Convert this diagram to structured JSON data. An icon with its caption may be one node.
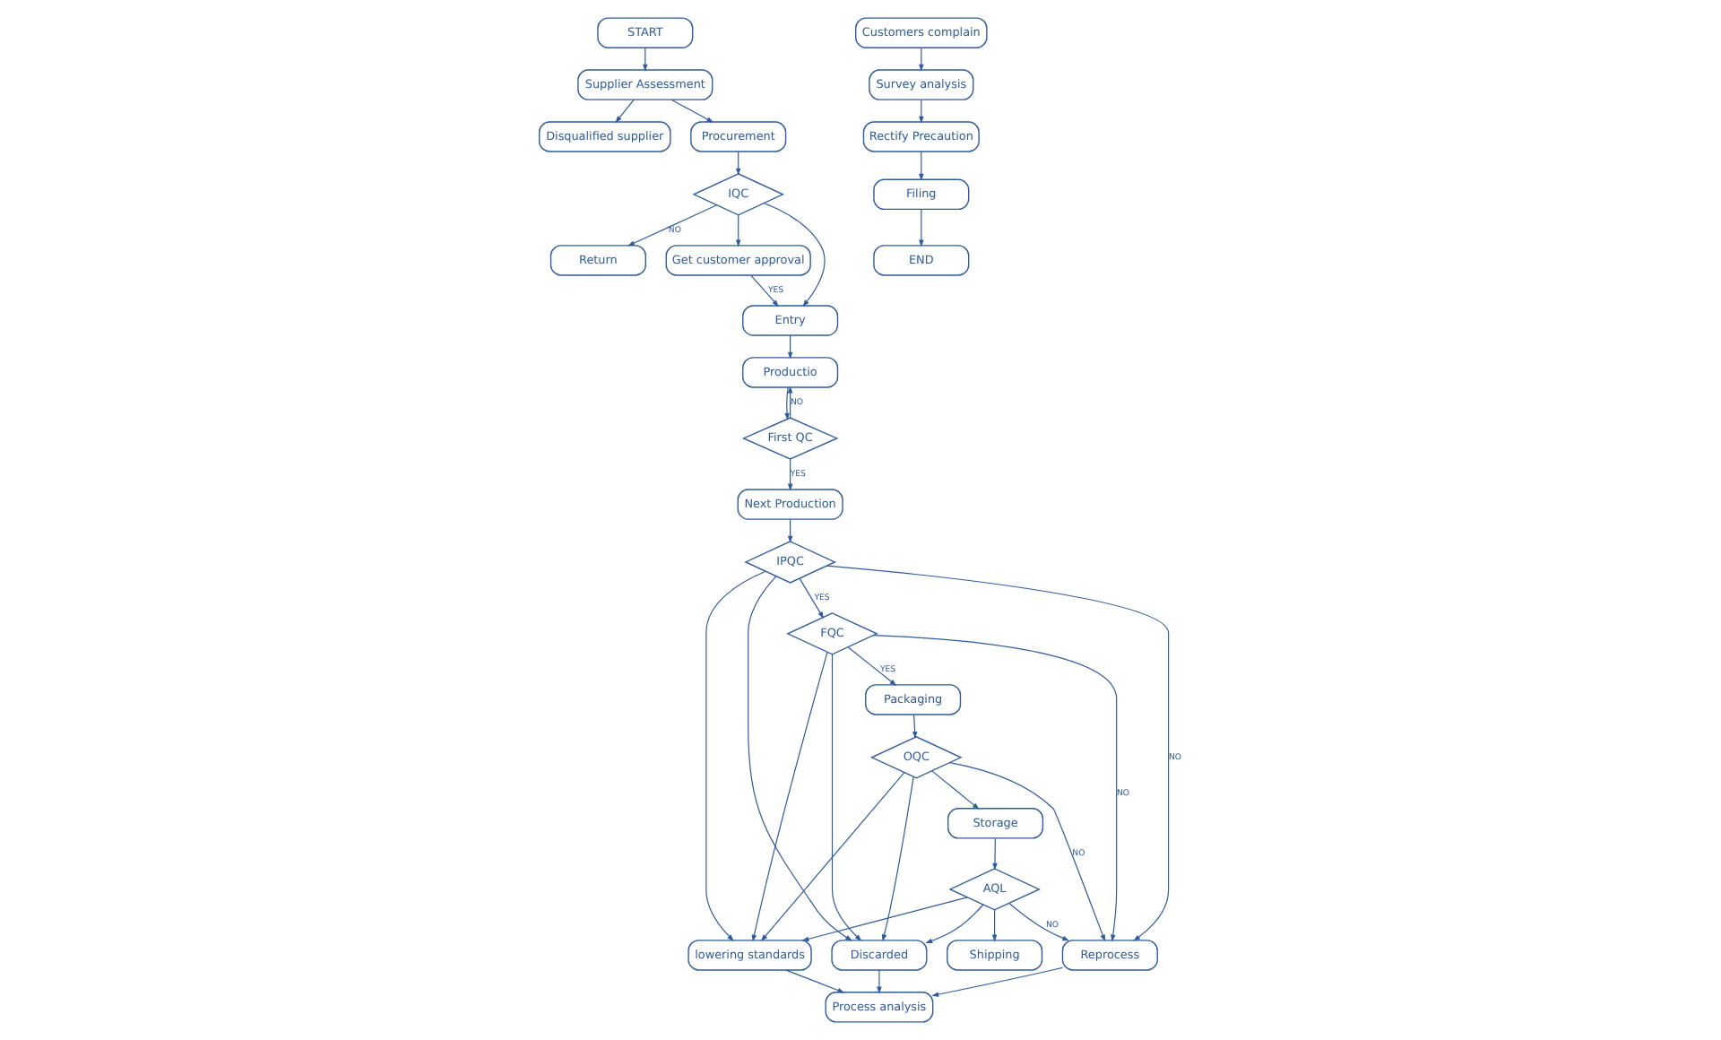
{
  "diagram": {
    "nodes": [
      {
        "text": [
          "START"
        ]
      },
      {
        "text": [
          "Supplier Assessment"
        ]
      },
      {
        "text": [
          "Disqualified supplier"
        ]
      },
      {
        "text": [
          "Procurement"
        ]
      },
      {
        "text": [
          "Return"
        ]
      },
      {
        "text": [
          "IQC"
        ]
      },
      {
        "text": [
          "Get customer approval"
        ]
      },
      {
        "text": [
          "Entry"
        ]
      },
      {
        "text": [
          "Productio"
        ]
      },
      {
        "text": [
          "First QC"
        ]
      },
      {
        "text": [
          "Next Production"
        ]
      },
      {
        "text": [
          "Customers complain"
        ]
      },
      {
        "text": [
          "Survey analysis"
        ]
      },
      {
        "text": [
          "Rectify Precaution"
        ]
      },
      {
        "text": [
          "Filing"
        ]
      },
      {
        "text": [
          "END"
        ]
      },
      {
        "text": [
          "Shipping"
        ]
      },
      {
        "text": [
          "AQL"
        ]
      },
      {
        "text": [
          "Storage"
        ]
      },
      {
        "text": [
          "OQC"
        ]
      },
      {
        "text": [
          "Packaging"
        ]
      },
      {
        "text": [
          "Process analysis"
        ]
      },
      {
        "text": [
          "Reprocess"
        ]
      },
      {
        "text": [
          "Discarded"
        ]
      },
      {
        "text": [
          "lowering standards"
        ]
      },
      {
        "text": [
          "IPQC"
        ]
      },
      {
        "text": [
          "FQC"
        ]
      }
    ],
    "edges": [
      {
        "from": 0,
        "to": 1,
        "arrow": "to"
      },
      {
        "from": 1,
        "to": 2,
        "arrow": "to"
      },
      {
        "from": 1,
        "to": 3,
        "arrow": "to"
      },
      {
        "from": 3,
        "to": 5,
        "arrow": "to"
      },
      {
        "from": 5,
        "to": 4,
        "arrow": "to",
        "label": "NO"
      },
      {
        "from": 5,
        "to": 6,
        "arrow": "to"
      },
      {
        "from": 5,
        "to": 7,
        "arrow": "to"
      },
      {
        "from": 6,
        "to": 7,
        "arrow": "to",
        "label": "YES"
      },
      {
        "from": 7,
        "to": 8,
        "arrow": "to"
      },
      {
        "from": 8,
        "to": 9,
        "arrow": "to"
      },
      {
        "from": 9,
        "to": 8,
        "arrow": "to",
        "label": "NO"
      },
      {
        "from": 9,
        "to": 10,
        "arrow": "to",
        "label": "YES"
      },
      {
        "from": 10,
        "to": 25,
        "arrow": "to"
      },
      {
        "from": 25,
        "to": 26,
        "arrow": "to",
        "label": "YES"
      },
      {
        "from": 25,
        "to": 22,
        "arrow": "to",
        "label": "NO"
      },
      {
        "from": 25,
        "to": 23,
        "arrow": "to"
      },
      {
        "from": 25,
        "to": 24,
        "arrow": "to"
      },
      {
        "from": 26,
        "to": 22,
        "arrow": "to",
        "label": "NO"
      },
      {
        "from": 26,
        "to": 23,
        "arrow": "to"
      },
      {
        "from": 26,
        "to": 24,
        "arrow": "to"
      },
      {
        "from": 26,
        "to": 20,
        "arrow": "to",
        "label": "YES"
      },
      {
        "from": 20,
        "to": 19,
        "arrow": "to"
      },
      {
        "from": 19,
        "to": 18,
        "arrow": "to"
      },
      {
        "from": 18,
        "to": 17,
        "arrow": "to"
      },
      {
        "from": 17,
        "to": 16,
        "arrow": "to"
      },
      {
        "from": 19,
        "to": 22,
        "arrow": "to",
        "label": "NO"
      },
      {
        "from": 19,
        "to": 23,
        "arrow": "to"
      },
      {
        "from": 19,
        "to": 24,
        "arrow": "to"
      },
      {
        "from": 17,
        "to": 22,
        "arrow": "to",
        "label": "NO"
      },
      {
        "from": 17,
        "to": 23,
        "arrow": "to"
      },
      {
        "from": 17,
        "to": 24,
        "arrow": "to"
      },
      {
        "from": 22,
        "to": 21,
        "arrow": "to"
      },
      {
        "from": 23,
        "to": 21,
        "arrow": "to"
      },
      {
        "from": 24,
        "to": 21,
        "arrow": "to"
      },
      {
        "from": 11,
        "to": 12,
        "arrow": "to"
      },
      {
        "from": 12,
        "to": 13,
        "arrow": "to"
      },
      {
        "from": 13,
        "to": 14,
        "arrow": "to"
      },
      {
        "from": 14,
        "to": 15,
        "arrow": "to"
      }
    ]
  }
}
